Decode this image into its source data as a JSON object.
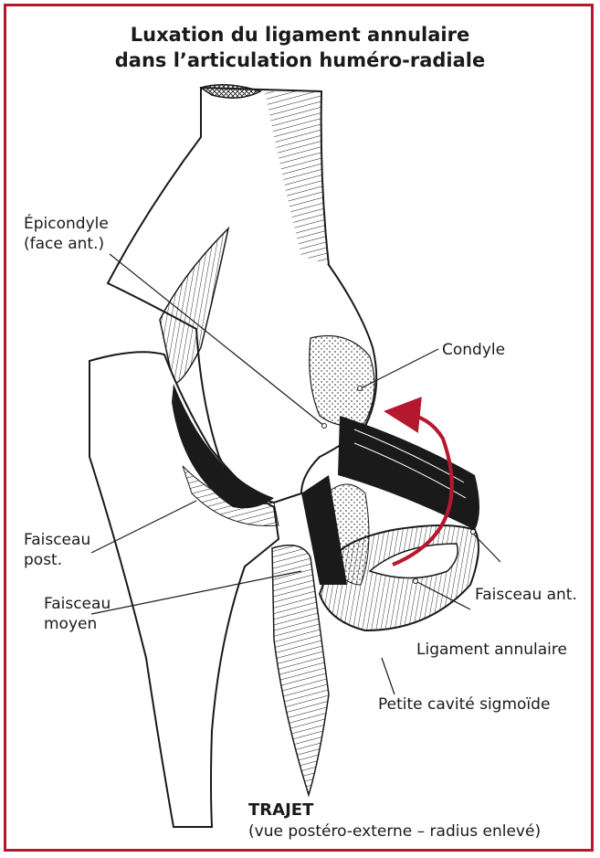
{
  "title": {
    "line1": "Luxation du ligament annulaire",
    "line2": "dans l’articulation huméro-radiale"
  },
  "labels": {
    "epicondyle_1": "Épicondyle",
    "epicondyle_2": "(face ant.)",
    "condyle": "Condyle",
    "faisceau_post_1": "Faisceau",
    "faisceau_post_2": "post.",
    "faisceau_moyen_1": "Faisceau",
    "faisceau_moyen_2": "moyen",
    "faisceau_ant": "Faisceau ant.",
    "ligament_annulaire": "Ligament annulaire",
    "petite_cavite": "Petite cavité sigmoïde"
  },
  "caption": {
    "heading": "TRAJET",
    "subtitle": "(vue postéro-externe – radius enlevé)"
  },
  "colors": {
    "frame": "#b5172f",
    "arrow": "#b5172f",
    "ink": "#1a1a1a"
  }
}
